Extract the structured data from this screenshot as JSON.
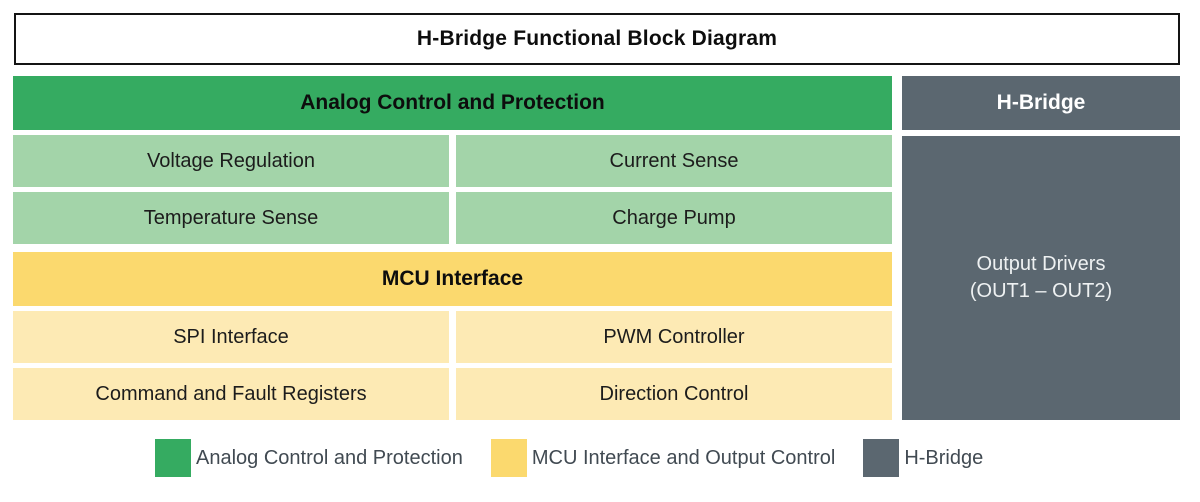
{
  "title": "H-Bridge Functional Block Diagram",
  "colors": {
    "analog_header": "#35ab61",
    "analog_cell": "#a3d4a9",
    "mcu_header": "#fbd96e",
    "mcu_cell": "#fdeab4",
    "hbridge_block": "#5b6770",
    "block_text": "#1c1c1c",
    "hbridge_text": "#eef1f2",
    "legend_text": "#414a52",
    "title_border": "#141414"
  },
  "analog": {
    "header": "Analog Control and Protection",
    "rows": [
      [
        "Voltage Regulation",
        "Current Sense"
      ],
      [
        "Temperature Sense",
        "Charge Pump"
      ]
    ]
  },
  "mcu": {
    "header": "MCU Interface",
    "rows": [
      [
        "SPI Interface",
        "PWM Controller"
      ],
      [
        "Command and Fault Registers",
        "Direction Control"
      ]
    ]
  },
  "hbridge": {
    "header": "H-Bridge",
    "output_drivers_line1": "Output Drivers",
    "output_drivers_line2": "(OUT1 – OUT2)"
  },
  "legend": {
    "items": [
      {
        "label": "Analog Control and Protection",
        "color": "#35ab61"
      },
      {
        "label": "MCU Interface and Output Control",
        "color": "#fbd96e"
      },
      {
        "label": "H-Bridge",
        "color": "#5b6770"
      }
    ]
  }
}
